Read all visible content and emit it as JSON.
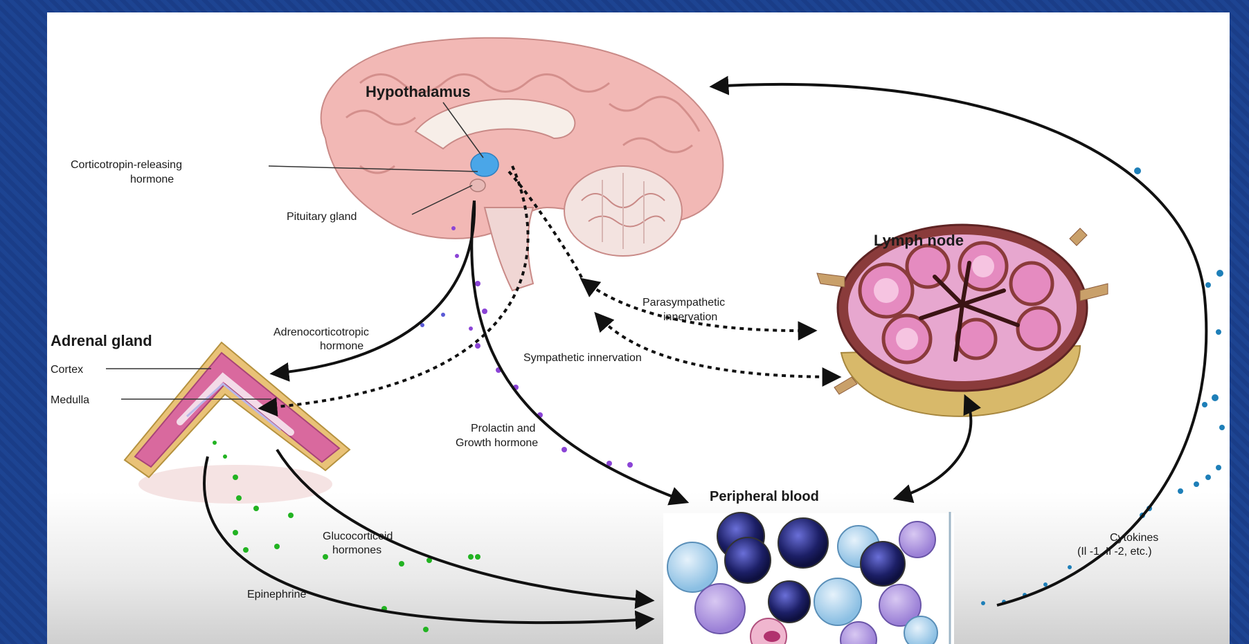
{
  "labels": {
    "hypothalamus": "Hypothalamus",
    "crh_line1": "Corticotropin-releasing",
    "crh_line2": "hormone",
    "pituitary": "Pituitary gland",
    "lymph_node": "Lymph node",
    "parasympathetic_line1": "Parasympathetic",
    "parasympathetic_line2": "innervation",
    "sympathetic": "Sympathetic innervation",
    "adrenal_gland": "Adrenal gland",
    "cortex": "Cortex",
    "medulla": "Medulla",
    "acth_line1": "Adrenocorticotropic",
    "acth_line2": "hormone",
    "prolactin_line1": "Prolactin and",
    "prolactin_line2": "Growth hormone",
    "peripheral_blood": "Peripheral blood",
    "glucocorticoid_line1": "Glucocorticoid",
    "glucocorticoid_line2": "hormones",
    "epinephrine": "Epinephrine",
    "cytokines_line1": "Cytokines",
    "cytokines_line2": "(Il -1, Il -2, etc.)"
  },
  "colors": {
    "border": "#1b3f8c",
    "brain": "#f2b8b5",
    "brain_dark": "#d98f8c",
    "adrenal": "#d9699e",
    "adrenal_fat": "#e9c277",
    "lymph_pink": "#e58bc0",
    "lymph_brown": "#8a3b3b",
    "blood_dark": "#1c1f66",
    "blood_light": "#9cc8e6",
    "hypothalamus_blue": "#4aa6e8",
    "dot_purple": "#8b44d6",
    "dot_green": "#22b322",
    "dot_blue": "#1e7fb8",
    "arrow": "#111111"
  }
}
